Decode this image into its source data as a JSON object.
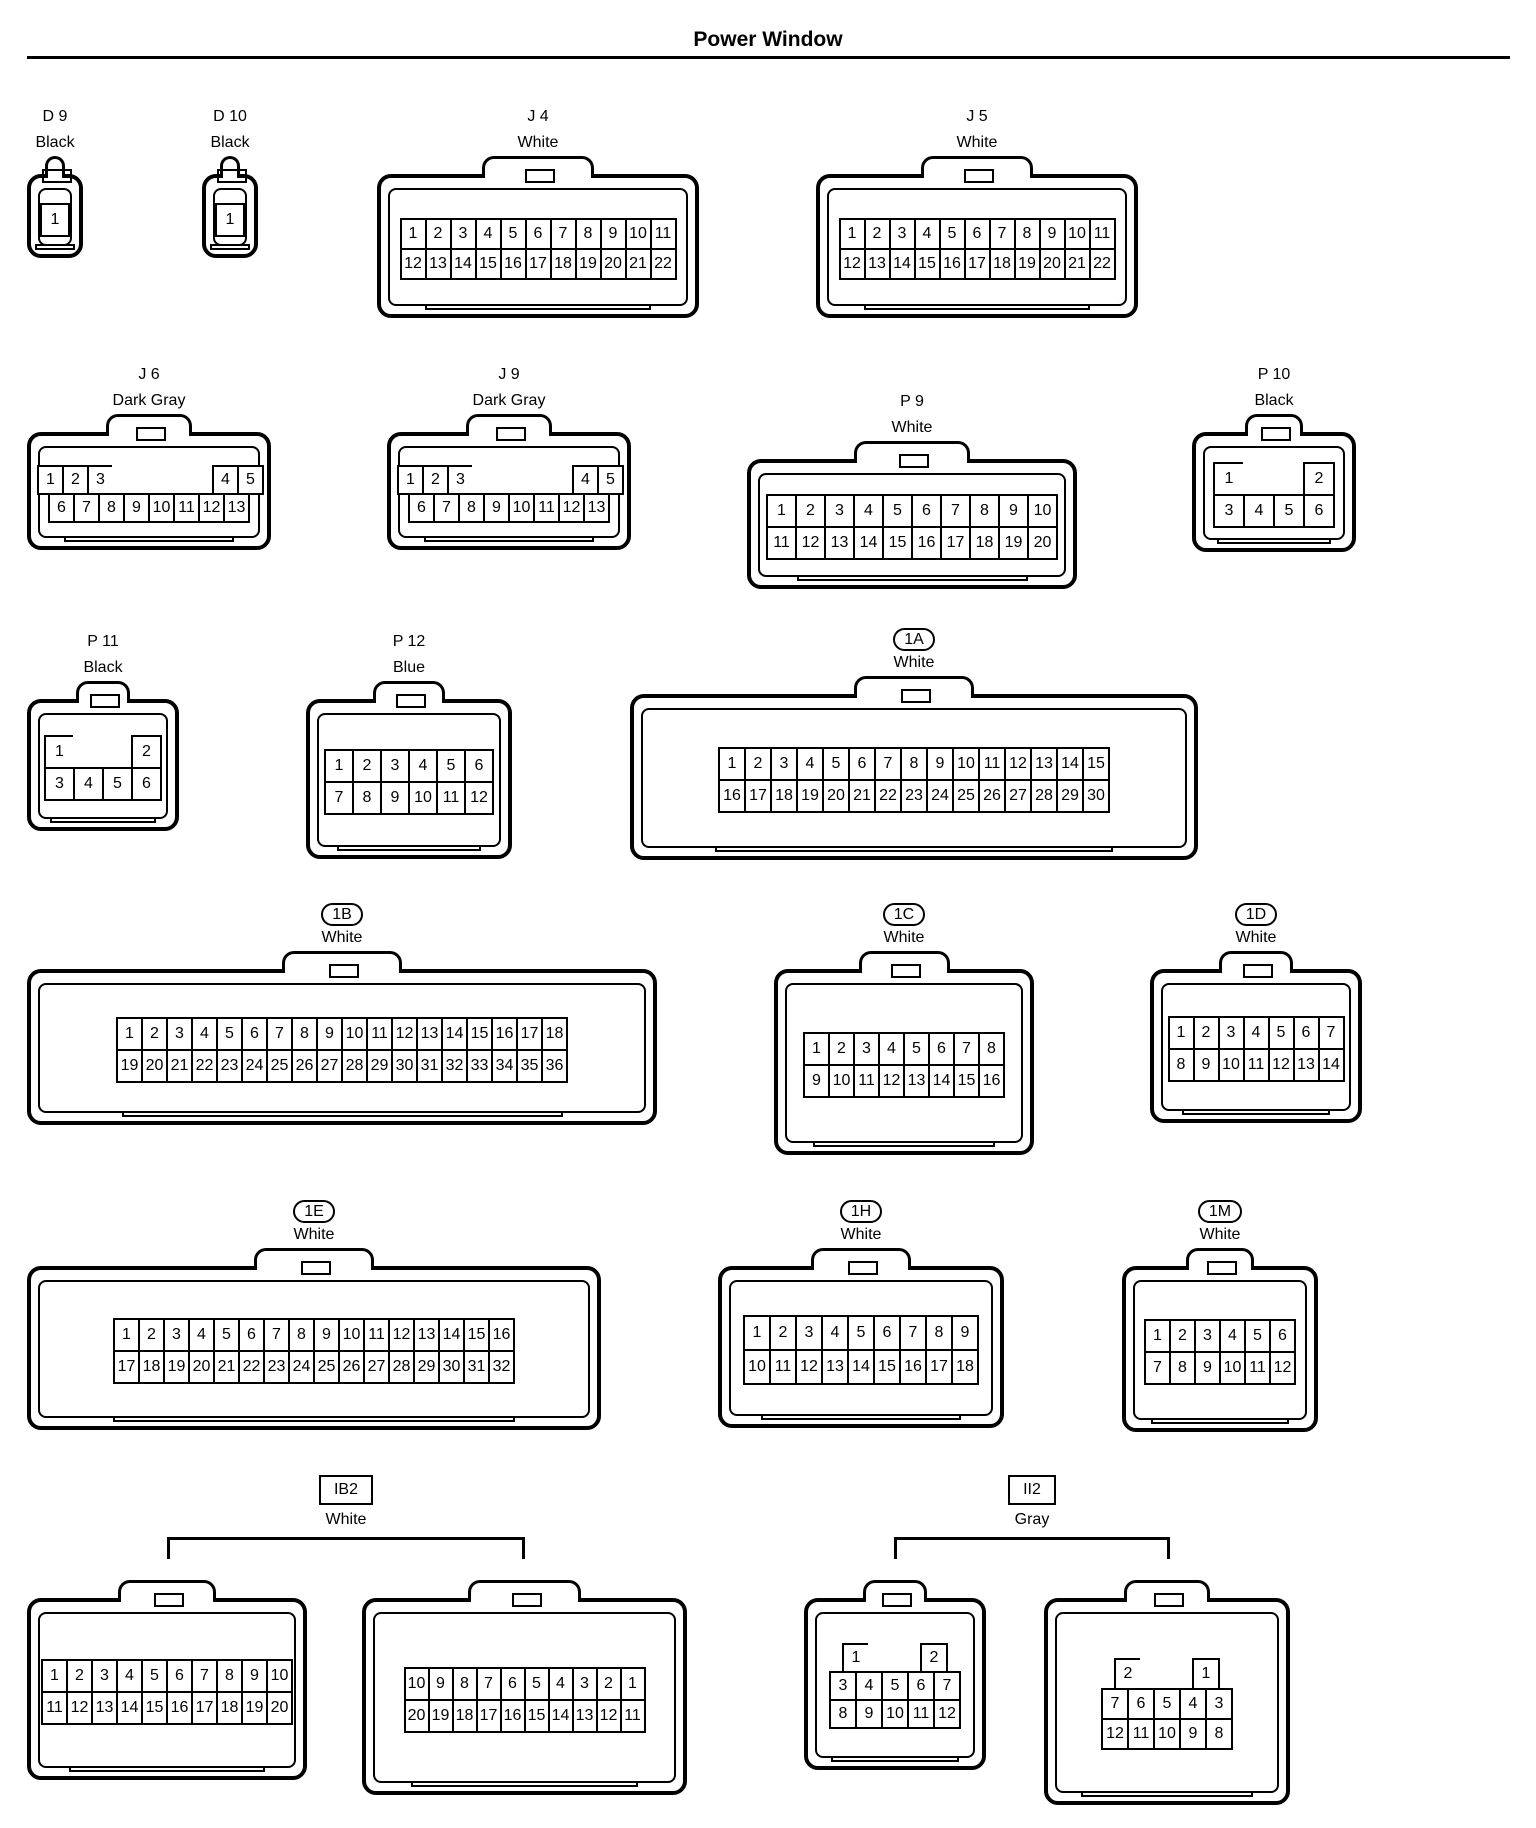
{
  "page": {
    "title": "Power Window"
  },
  "connectors": [
    {
      "id": "d9",
      "code": "D 9",
      "color": "Black",
      "style": "plain",
      "rows": [
        [
          "1"
        ]
      ]
    },
    {
      "id": "d10",
      "code": "D 10",
      "color": "Black",
      "style": "plain",
      "rows": [
        [
          "1"
        ]
      ]
    },
    {
      "id": "j4",
      "code": "J 4",
      "color": "White",
      "style": "plain",
      "rows": [
        [
          "1",
          "2",
          "3",
          "4",
          "5",
          "6",
          "7",
          "8",
          "9",
          "10",
          "11"
        ],
        [
          "12",
          "13",
          "14",
          "15",
          "16",
          "17",
          "18",
          "19",
          "20",
          "21",
          "22"
        ]
      ]
    },
    {
      "id": "j5",
      "code": "J 5",
      "color": "White",
      "style": "plain",
      "rows": [
        [
          "1",
          "2",
          "3",
          "4",
          "5",
          "6",
          "7",
          "8",
          "9",
          "10",
          "11"
        ],
        [
          "12",
          "13",
          "14",
          "15",
          "16",
          "17",
          "18",
          "19",
          "20",
          "21",
          "22"
        ]
      ]
    },
    {
      "id": "j6",
      "code": "J 6",
      "color": "Dark Gray",
      "style": "plain",
      "rows": [
        [
          "1",
          "2",
          "3",
          "",
          "",
          "",
          "",
          "4",
          "5"
        ],
        [
          "6",
          "7",
          "8",
          "9",
          "10",
          "11",
          "12",
          "13"
        ]
      ]
    },
    {
      "id": "j9",
      "code": "J 9",
      "color": "Dark Gray",
      "style": "plain",
      "rows": [
        [
          "1",
          "2",
          "3",
          "",
          "",
          "",
          "",
          "4",
          "5"
        ],
        [
          "6",
          "7",
          "8",
          "9",
          "10",
          "11",
          "12",
          "13"
        ]
      ]
    },
    {
      "id": "p9",
      "code": "P 9",
      "color": "White",
      "style": "plain",
      "rows": [
        [
          "1",
          "2",
          "3",
          "4",
          "5",
          "6",
          "7",
          "8",
          "9",
          "10"
        ],
        [
          "11",
          "12",
          "13",
          "14",
          "15",
          "16",
          "17",
          "18",
          "19",
          "20"
        ]
      ]
    },
    {
      "id": "p10",
      "code": "P 10",
      "color": "Black",
      "style": "plain",
      "rows": [
        [
          "1",
          "",
          "",
          "2"
        ],
        [
          "3",
          "4",
          "5",
          "6"
        ]
      ]
    },
    {
      "id": "p11",
      "code": "P 11",
      "color": "Black",
      "style": "plain",
      "rows": [
        [
          "1",
          "",
          "",
          "2"
        ],
        [
          "3",
          "4",
          "5",
          "6"
        ]
      ]
    },
    {
      "id": "p12",
      "code": "P 12",
      "color": "Blue",
      "style": "plain",
      "rows": [
        [
          "1",
          "2",
          "3",
          "4",
          "5",
          "6"
        ],
        [
          "7",
          "8",
          "9",
          "10",
          "11",
          "12"
        ]
      ]
    },
    {
      "id": "c1a",
      "code": "1A",
      "color": "White",
      "style": "oval",
      "rows": [
        [
          "1",
          "2",
          "3",
          "4",
          "5",
          "6",
          "7",
          "8",
          "9",
          "10",
          "11",
          "12",
          "13",
          "14",
          "15"
        ],
        [
          "16",
          "17",
          "18",
          "19",
          "20",
          "21",
          "22",
          "23",
          "24",
          "25",
          "26",
          "27",
          "28",
          "29",
          "30"
        ]
      ]
    },
    {
      "id": "c1b",
      "code": "1B",
      "color": "White",
      "style": "oval",
      "rows": [
        [
          "1",
          "2",
          "3",
          "4",
          "5",
          "6",
          "7",
          "8",
          "9",
          "10",
          "11",
          "12",
          "13",
          "14",
          "15",
          "16",
          "17",
          "18"
        ],
        [
          "19",
          "20",
          "21",
          "22",
          "23",
          "24",
          "25",
          "26",
          "27",
          "28",
          "29",
          "30",
          "31",
          "32",
          "33",
          "34",
          "35",
          "36"
        ]
      ]
    },
    {
      "id": "c1c",
      "code": "1C",
      "color": "White",
      "style": "oval",
      "rows": [
        [
          "1",
          "2",
          "3",
          "4",
          "5",
          "6",
          "7",
          "8"
        ],
        [
          "9",
          "10",
          "11",
          "12",
          "13",
          "14",
          "15",
          "16"
        ]
      ]
    },
    {
      "id": "c1d",
      "code": "1D",
      "color": "White",
      "style": "oval",
      "rows": [
        [
          "1",
          "2",
          "3",
          "4",
          "5",
          "6",
          "7"
        ],
        [
          "8",
          "9",
          "10",
          "11",
          "12",
          "13",
          "14"
        ]
      ]
    },
    {
      "id": "c1e",
      "code": "1E",
      "color": "White",
      "style": "oval",
      "rows": [
        [
          "1",
          "2",
          "3",
          "4",
          "5",
          "6",
          "7",
          "8",
          "9",
          "10",
          "11",
          "12",
          "13",
          "14",
          "15",
          "16"
        ],
        [
          "17",
          "18",
          "19",
          "20",
          "21",
          "22",
          "23",
          "24",
          "25",
          "26",
          "27",
          "28",
          "29",
          "30",
          "31",
          "32"
        ]
      ]
    },
    {
      "id": "c1h",
      "code": "1H",
      "color": "White",
      "style": "oval",
      "rows": [
        [
          "1",
          "2",
          "3",
          "4",
          "5",
          "6",
          "7",
          "8",
          "9"
        ],
        [
          "10",
          "11",
          "12",
          "13",
          "14",
          "15",
          "16",
          "17",
          "18"
        ]
      ]
    },
    {
      "id": "c1m",
      "code": "1M",
      "color": "White",
      "style": "oval",
      "rows": [
        [
          "1",
          "2",
          "3",
          "4",
          "5",
          "6"
        ],
        [
          "7",
          "8",
          "9",
          "10",
          "11",
          "12"
        ]
      ]
    }
  ],
  "groups": [
    {
      "id": "ib2",
      "code": "IB2",
      "color": "White",
      "style": "box",
      "parts": [
        {
          "rows": [
            [
              "1",
              "2",
              "3",
              "4",
              "5",
              "6",
              "7",
              "8",
              "9",
              "10"
            ],
            [
              "11",
              "12",
              "13",
              "14",
              "15",
              "16",
              "17",
              "18",
              "19",
              "20"
            ]
          ]
        },
        {
          "rows": [
            [
              "10",
              "9",
              "8",
              "7",
              "6",
              "5",
              "4",
              "3",
              "2",
              "1"
            ],
            [
              "20",
              "19",
              "18",
              "17",
              "16",
              "15",
              "14",
              "13",
              "12",
              "11"
            ]
          ]
        }
      ]
    },
    {
      "id": "ii2",
      "code": "II2",
      "color": "Gray",
      "style": "box",
      "parts": [
        {
          "rows": [
            [
              "1",
              "",
              "",
              "2"
            ],
            [
              "3",
              "4",
              "5",
              "6",
              "7"
            ],
            [
              "8",
              "9",
              "10",
              "11",
              "12"
            ]
          ]
        },
        {
          "rows": [
            [
              "2",
              "",
              "",
              "1"
            ],
            [
              "7",
              "6",
              "5",
              "4",
              "3"
            ],
            [
              "12",
              "11",
              "10",
              "9",
              "8"
            ]
          ]
        }
      ]
    }
  ]
}
